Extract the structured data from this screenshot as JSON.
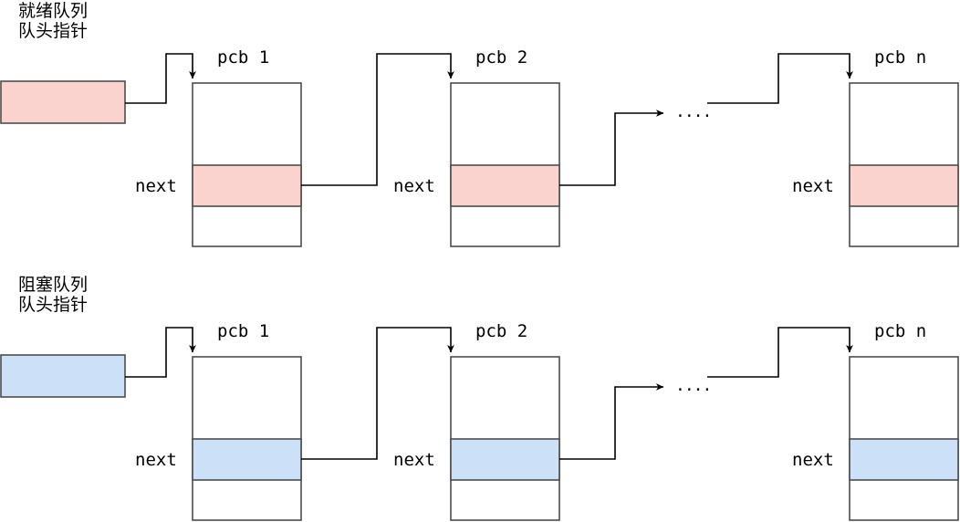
{
  "diagram": {
    "title": "",
    "background": "#ffffff",
    "stroke_color": "#000000",
    "rows": [
      {
        "id": "ready-queue",
        "pointer_label_line1": "就绪队列",
        "pointer_label_line2": "队头指针",
        "pointer_box_fill": "#fad2ce",
        "node_band_fill": "#fad2ce",
        "ellipsis": "....",
        "nodes": [
          {
            "title": "pcb 1",
            "next_label": "next"
          },
          {
            "title": "pcb 2",
            "next_label": "next"
          },
          {
            "title": "pcb n",
            "next_label": "next"
          }
        ]
      },
      {
        "id": "blocked-queue",
        "pointer_label_line1": "阻塞队列",
        "pointer_label_line2": "队头指针",
        "pointer_box_fill": "#cce0f8",
        "node_band_fill": "#cce0f8",
        "ellipsis": "....",
        "nodes": [
          {
            "title": "pcb 1",
            "next_label": "next"
          },
          {
            "title": "pcb 2",
            "next_label": "next"
          },
          {
            "title": "pcb n",
            "next_label": "next"
          }
        ]
      }
    ]
  }
}
